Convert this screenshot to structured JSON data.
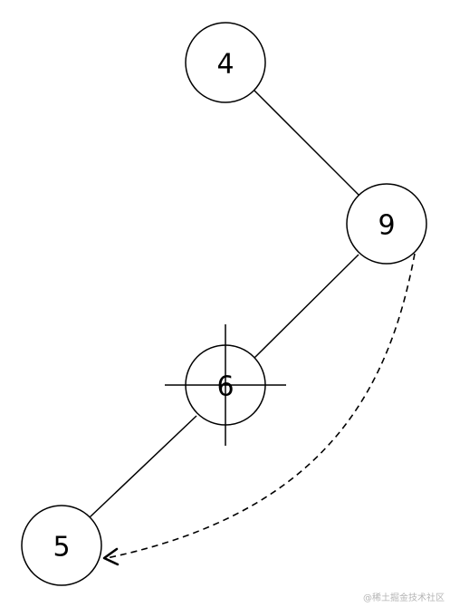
{
  "diagram": {
    "nodes": [
      {
        "id": "n4",
        "label": "4"
      },
      {
        "id": "n9",
        "label": "9"
      },
      {
        "id": "n6",
        "label": "6",
        "marked": "crosshair"
      },
      {
        "id": "n5",
        "label": "5"
      }
    ],
    "edges": [
      {
        "from": "n4",
        "to": "n9",
        "style": "solid"
      },
      {
        "from": "n9",
        "to": "n6",
        "style": "solid"
      },
      {
        "from": "n6",
        "to": "n5",
        "style": "solid"
      },
      {
        "from": "n9",
        "to": "n5",
        "style": "dashed",
        "arrow": true
      }
    ]
  },
  "watermark": {
    "text": "@稀土掘金技术社区"
  }
}
